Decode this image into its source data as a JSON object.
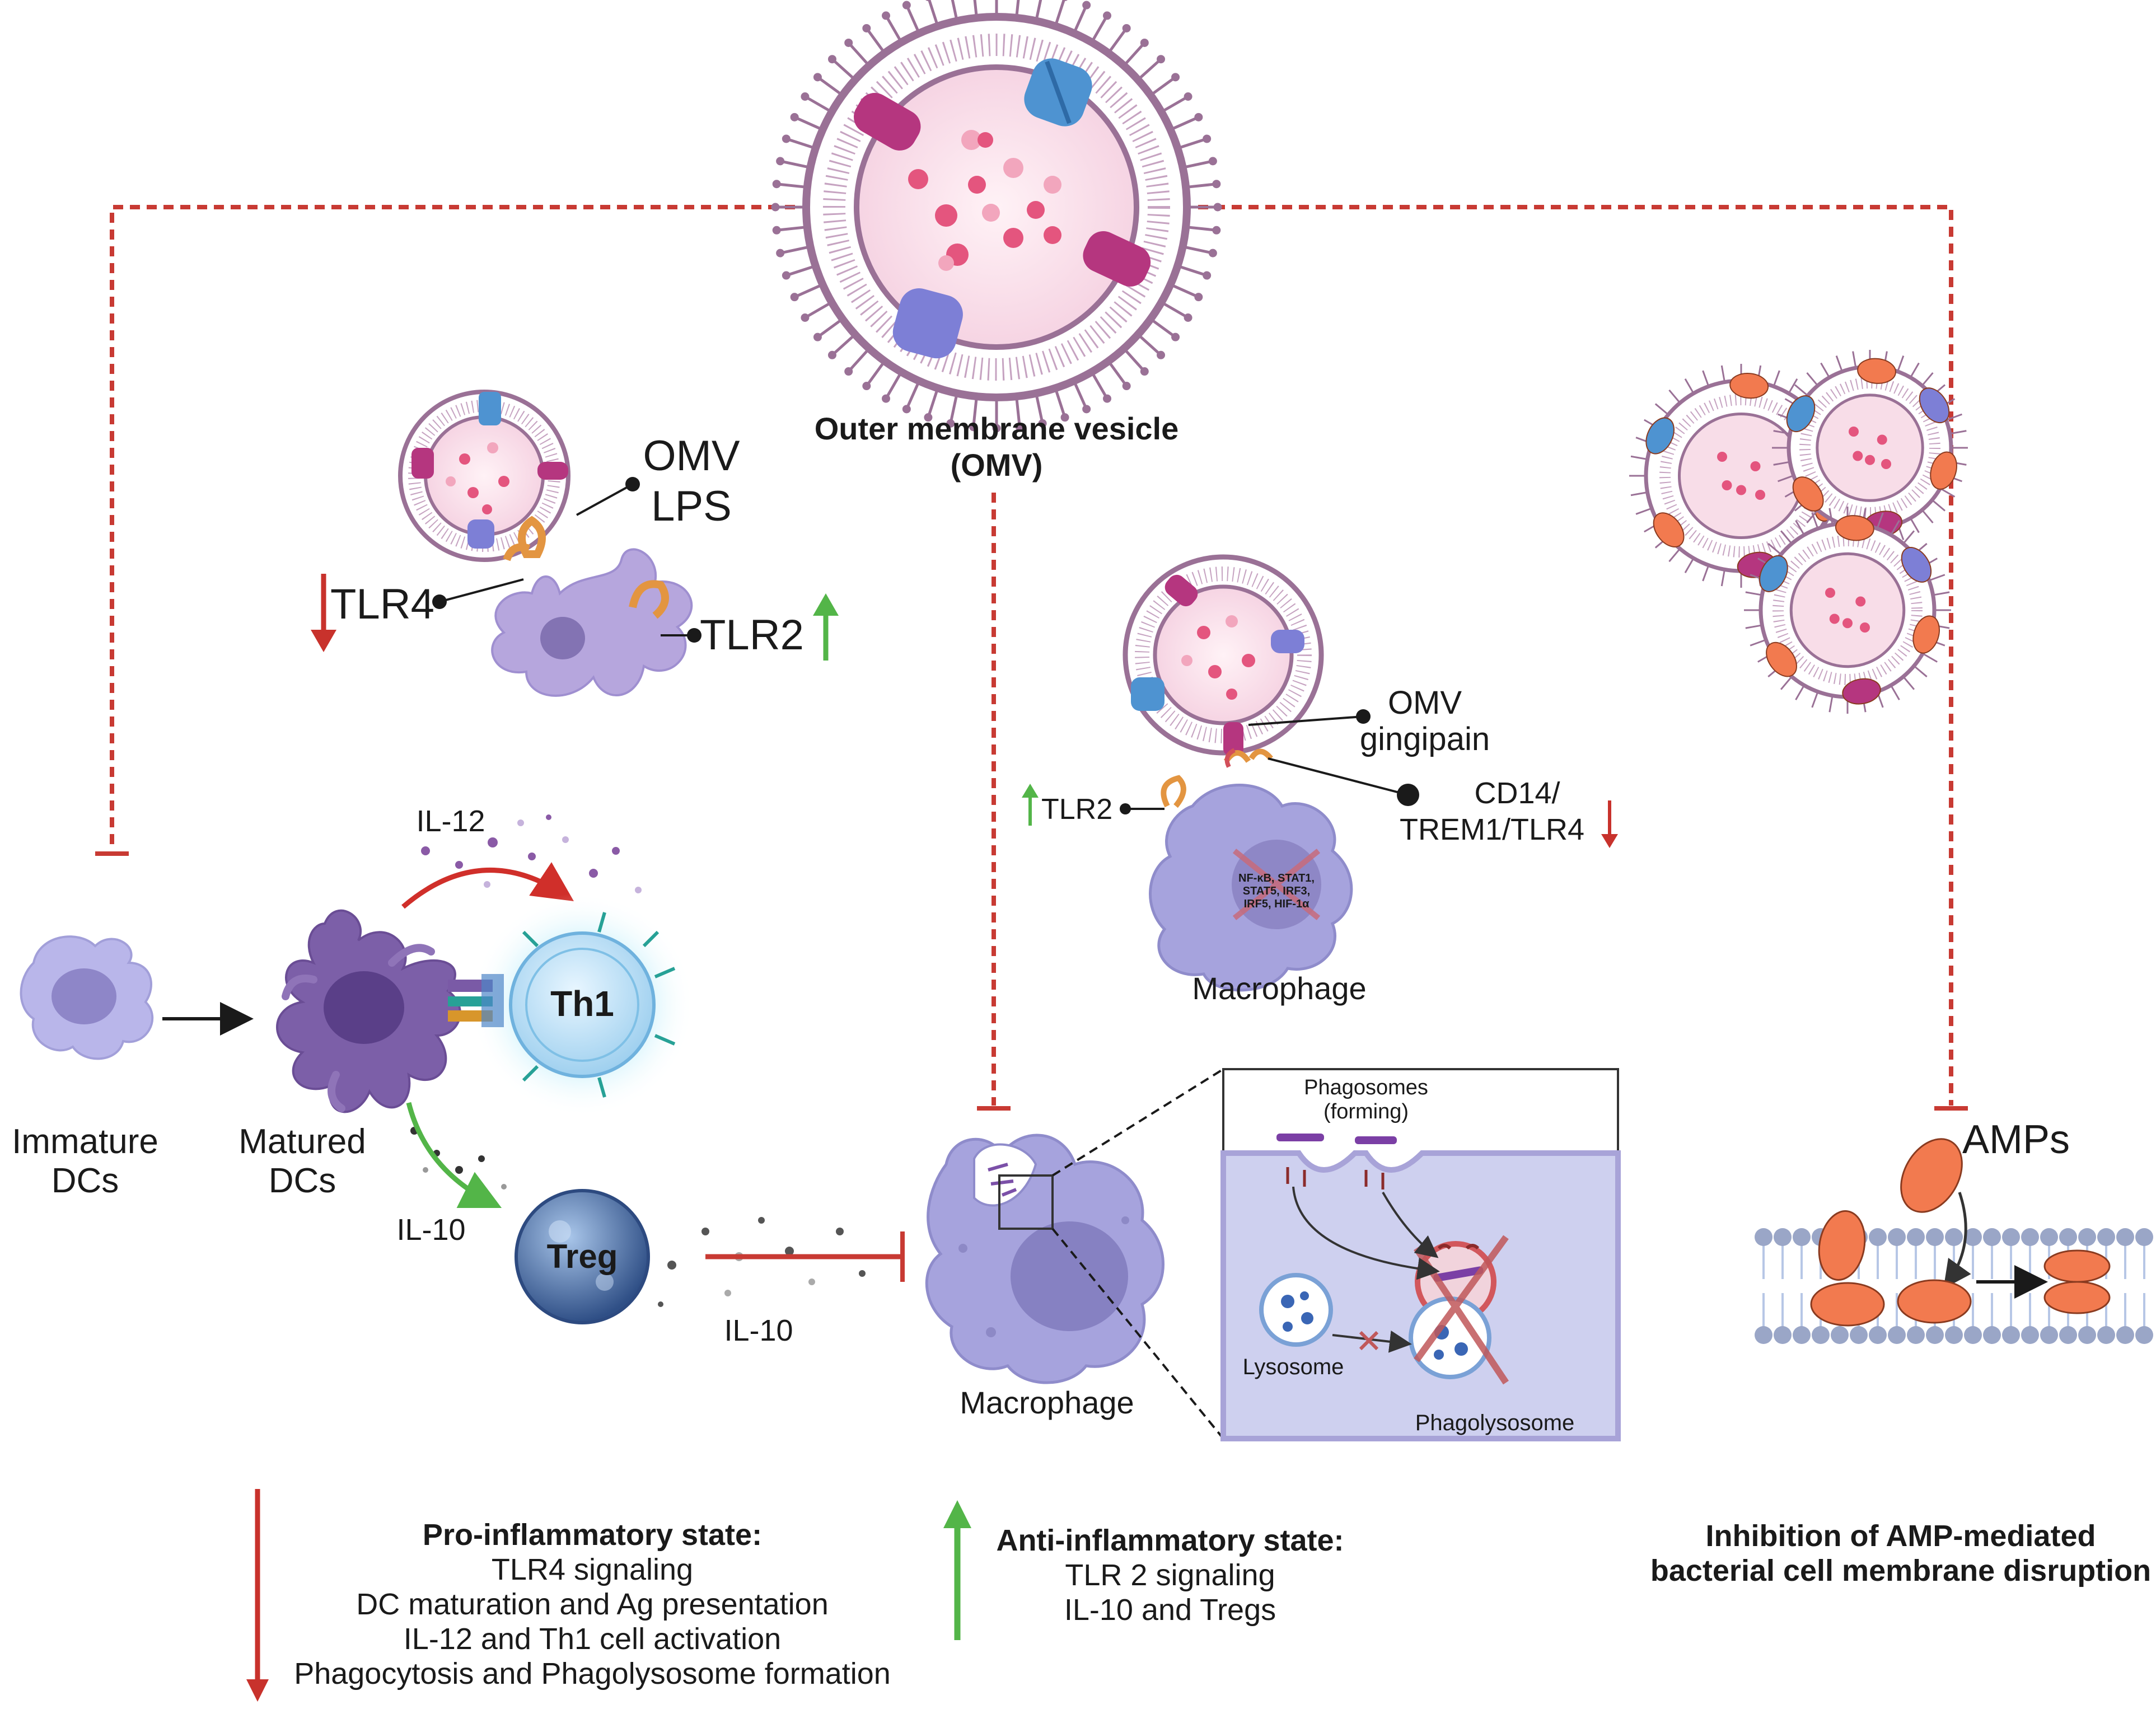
{
  "omv_main": {
    "title_line1": "Outer membrane vesicle",
    "title_line2": "(OMV)"
  },
  "dc_panel": {
    "omv": "OMV",
    "lps": "LPS",
    "tlr4": "TLR4",
    "tlr2": "TLR2"
  },
  "cells": {
    "immature_line1": "Immature",
    "immature_line2": "DCs",
    "matured_line1": "Matured",
    "matured_line2": "DCs",
    "th1": "Th1",
    "treg": "Treg",
    "il12": "IL-12",
    "il10_a": "IL-10",
    "il10_b": "IL-10",
    "macrophage": "Macrophage"
  },
  "macrophage_panel": {
    "omv": "OMV",
    "gingipain": "gingipain",
    "cd14_line1": "CD14/",
    "cd14_line2": "TREM1/TLR4",
    "tlr2": "TLR2",
    "tf_line1": "NF-κB, STAT1,",
    "tf_line2": "STAT5, IRF3,",
    "tf_line3": "IRF5, HIF-1α",
    "label": "Macrophage"
  },
  "inset": {
    "phagosomes_line1": "Phagosomes",
    "phagosomes_line2": "(forming)",
    "lysosome": "Lysosome",
    "phagolysosome": "Phagolysosome"
  },
  "amps": {
    "label": "AMPs"
  },
  "legend": {
    "pro_title": "Pro-inflammatory state:",
    "pro_items": [
      "TLR4 signaling",
      "DC maturation and Ag presentation",
      "IL-12 and Th1 cell activation",
      "Phagocytosis and Phagolysosome formation"
    ],
    "anti_title": "Anti-inflammatory state:",
    "anti_items": [
      "TLR 2 signaling",
      "IL-10 and Tregs"
    ],
    "amp_line1": "Inhibition of AMP-mediated",
    "amp_line2": "bacterial cell membrane disruption"
  },
  "colors": {
    "inhibit_red": "#c83a33",
    "up_green": "#4caf50",
    "down_red": "#c8322c",
    "vesicle_membrane": "#9a7196",
    "vesicle_fill": "#fbe6ef",
    "dc_purple": "#8f80c8",
    "macrophage_purple": "#a6a3dd",
    "amp_orange": "#f27a4f"
  }
}
